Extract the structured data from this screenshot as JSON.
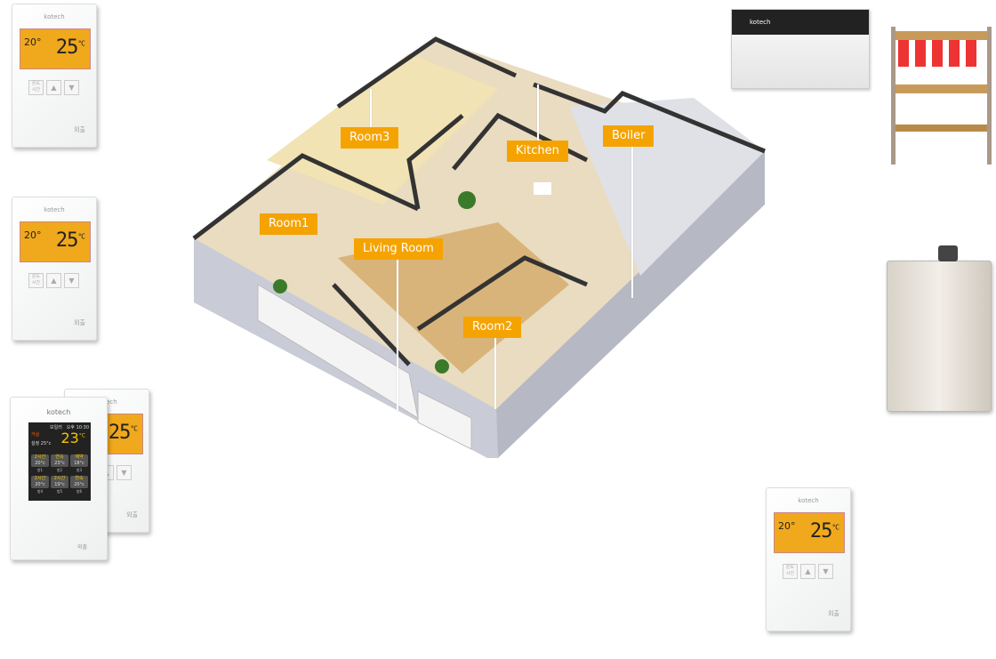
{
  "brand": "kotech",
  "thermostat": {
    "setpoint": "20°",
    "temp": "25",
    "unit": "°C",
    "btn_top": "온도",
    "btn_bottom": "시간",
    "up": "▲",
    "down": "▼",
    "exit": "외출"
  },
  "multi_thermostat": {
    "title": "거실",
    "current_label": "설정 25°c",
    "temp": "23",
    "unit": "°C",
    "header": "보일러",
    "time": "오후 10:30",
    "rooms": [
      {
        "name": "방1",
        "mode": "2시간",
        "temp": "20°c"
      },
      {
        "name": "방2",
        "mode": "연속",
        "temp": "23°c"
      },
      {
        "name": "방3",
        "mode": "예약",
        "temp": "18°c"
      },
      {
        "name": "방4",
        "mode": "2시간",
        "temp": "20°c"
      },
      {
        "name": "방5",
        "mode": "2시간",
        "temp": "19°c"
      },
      {
        "name": "방6",
        "mode": "연속",
        "temp": "20°c"
      }
    ]
  },
  "rooms": {
    "room3": "Room3",
    "kitchen": "Kitchen",
    "boiler": "Boiler",
    "room1": "Room1",
    "living": "Living Room",
    "room2": "Room2"
  },
  "colors": {
    "label": "#f5a300",
    "lcd": "#f0a81c"
  }
}
